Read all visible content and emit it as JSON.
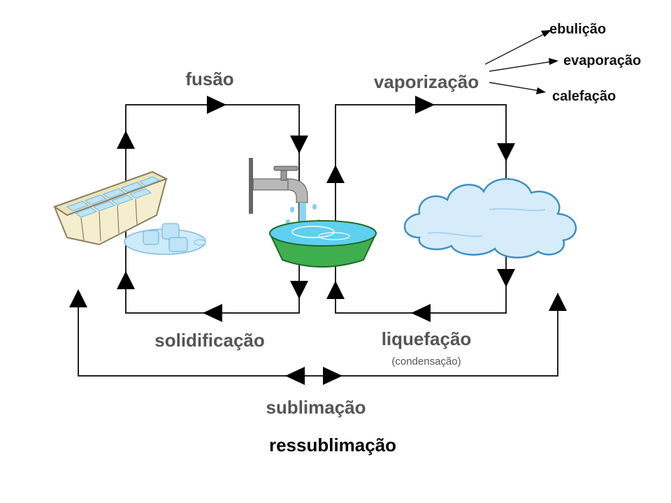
{
  "labels": {
    "fusao": "fusão",
    "vaporizacao": "vaporização",
    "solidificacao": "solidificação",
    "liquefacao": "liquefação",
    "condensacao": "(condensação)",
    "sublimacao": "sublimação",
    "ressublimacao": "ressublimação"
  },
  "vaporization_types": [
    "ebulição",
    "evaporação",
    "calefação"
  ],
  "illustrations": {
    "solid": "ice-tray-icon",
    "liquid": "faucet-and-basin-icon",
    "gas": "cloud-icon"
  },
  "colors": {
    "line": "#222222",
    "ice": "#bfe3f7",
    "tray": "#f4eecf",
    "basin": "#3fae4f",
    "water": "#7fd0ee",
    "cloud": "#d6ecfa"
  }
}
